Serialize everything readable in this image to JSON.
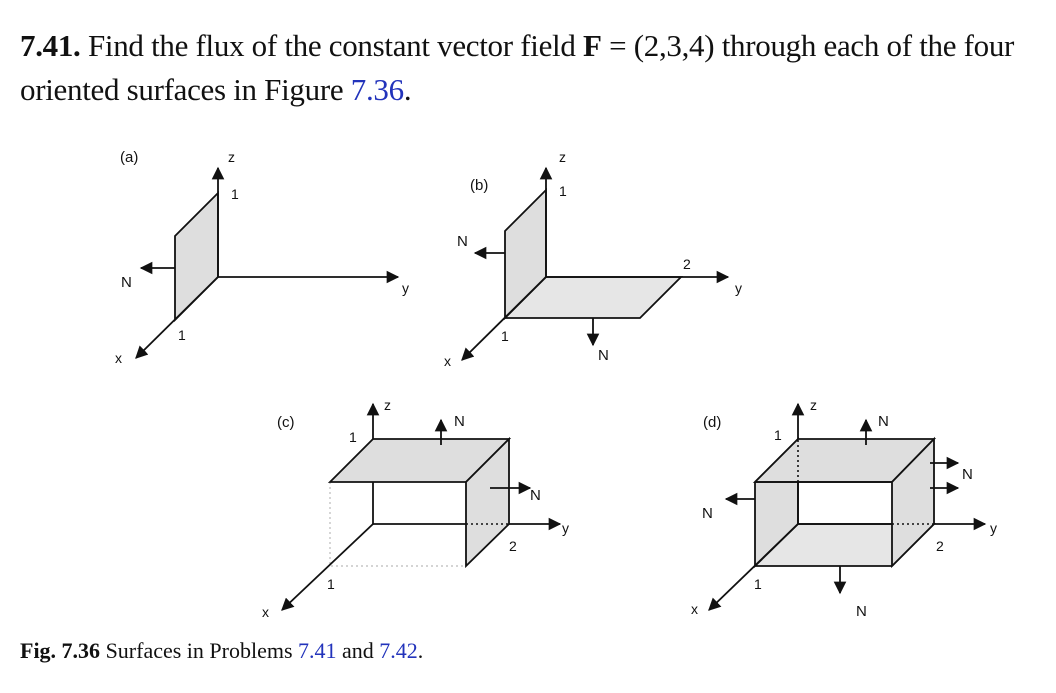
{
  "problem": {
    "number": "7.41.",
    "text_before": " Find the flux of the constant vector field ",
    "field_symbol": "F",
    "field_value": " = (2,3,4) through each of the four oriented surfaces in Figure ",
    "figure_ref": "7.36",
    "period": "."
  },
  "figure": {
    "panels": [
      {
        "label": "(a)",
        "axes": {
          "x": "x",
          "y": "y",
          "z": "z"
        },
        "ticks": [
          "1",
          "1"
        ],
        "normals": [
          "N"
        ]
      },
      {
        "label": "(b)",
        "axes": {
          "x": "x",
          "y": "y",
          "z": "z"
        },
        "ticks": [
          "1",
          "1",
          "2"
        ],
        "normals": [
          "N",
          "N"
        ]
      },
      {
        "label": "(c)",
        "axes": {
          "x": "x",
          "y": "y",
          "z": "z"
        },
        "ticks": [
          "1",
          "1",
          "2"
        ],
        "normals": [
          "N",
          "N"
        ]
      },
      {
        "label": "(d)",
        "axes": {
          "x": "x",
          "y": "y",
          "z": "z"
        },
        "ticks": [
          "1",
          "1",
          "2"
        ],
        "normals": [
          "N",
          "N",
          "N",
          "N"
        ]
      }
    ]
  },
  "caption": {
    "label": "Fig. 7.36",
    "text": " Surfaces in Problems ",
    "ref1": "7.41",
    "and": " and ",
    "ref2": "7.42",
    "period": "."
  }
}
